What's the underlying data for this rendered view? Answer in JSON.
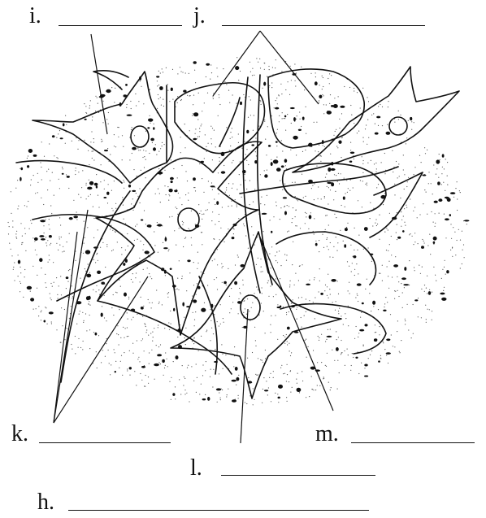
{
  "diagram": {
    "labels": [
      {
        "id": "i",
        "text": "i."
      },
      {
        "id": "j",
        "text": "j."
      },
      {
        "id": "k",
        "text": "k."
      },
      {
        "id": "l",
        "text": "l."
      },
      {
        "id": "m",
        "text": "m."
      },
      {
        "id": "h",
        "text": "h."
      }
    ],
    "colors": {
      "ink": "#111111",
      "background": "#ffffff"
    }
  }
}
